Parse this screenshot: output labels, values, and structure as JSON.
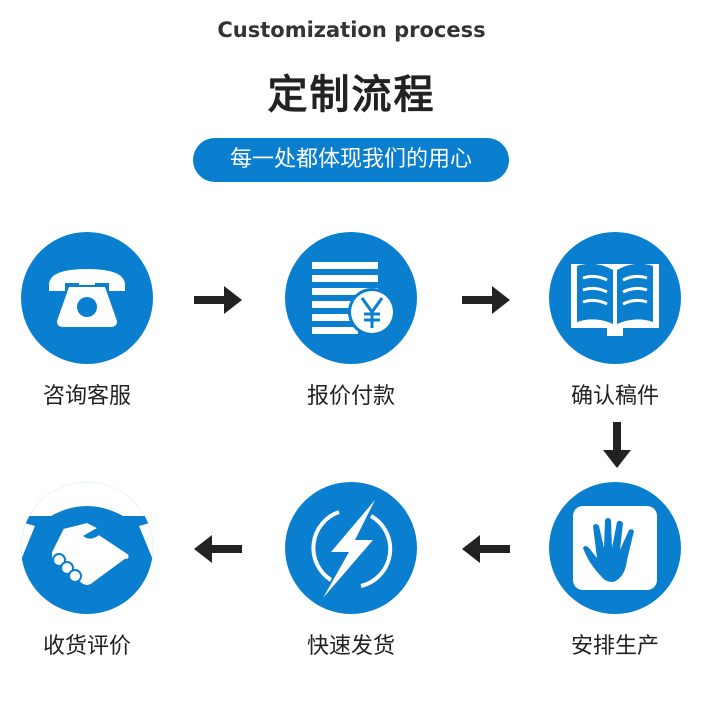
{
  "header": {
    "subtitle_en": "Customization process",
    "title": "定制流程",
    "tagline": "每一处都体现我们的用心"
  },
  "steps": [
    {
      "label": "咨询客服",
      "icon": "telephone-icon"
    },
    {
      "label": "报价付款",
      "icon": "invoice-yen-icon"
    },
    {
      "label": "确认稿件",
      "icon": "open-book-icon"
    },
    {
      "label": "安排生产",
      "icon": "hand-icon"
    },
    {
      "label": "快速发货",
      "icon": "lightning-icon"
    },
    {
      "label": "收货评价",
      "icon": "handshake-icon"
    }
  ],
  "colors": {
    "accent": "#0a7fd0",
    "arrow": "#222222"
  }
}
